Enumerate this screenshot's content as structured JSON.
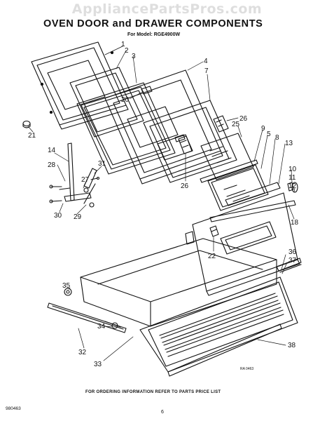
{
  "watermark": "AppliancePartsPros.com",
  "title": "OVEN DOOR and DRAWER COMPONENTS",
  "subtitle": "For Model: RGE4900W",
  "footer_note": "FOR ORDERING INFORMATION REFER TO PARTS PRICE LIST",
  "diagram_code": "980463",
  "page_number": "6",
  "drawing_ref": "RA 0463",
  "callouts": [
    "1",
    "2",
    "3",
    "4",
    "7",
    "21",
    "20",
    "26",
    "25",
    "9",
    "5",
    "8",
    "13",
    "14",
    "28",
    "31",
    "27",
    "30",
    "29",
    "10",
    "11",
    "12",
    "18",
    "22",
    "36",
    "37",
    "35",
    "34",
    "32",
    "33",
    "38"
  ]
}
